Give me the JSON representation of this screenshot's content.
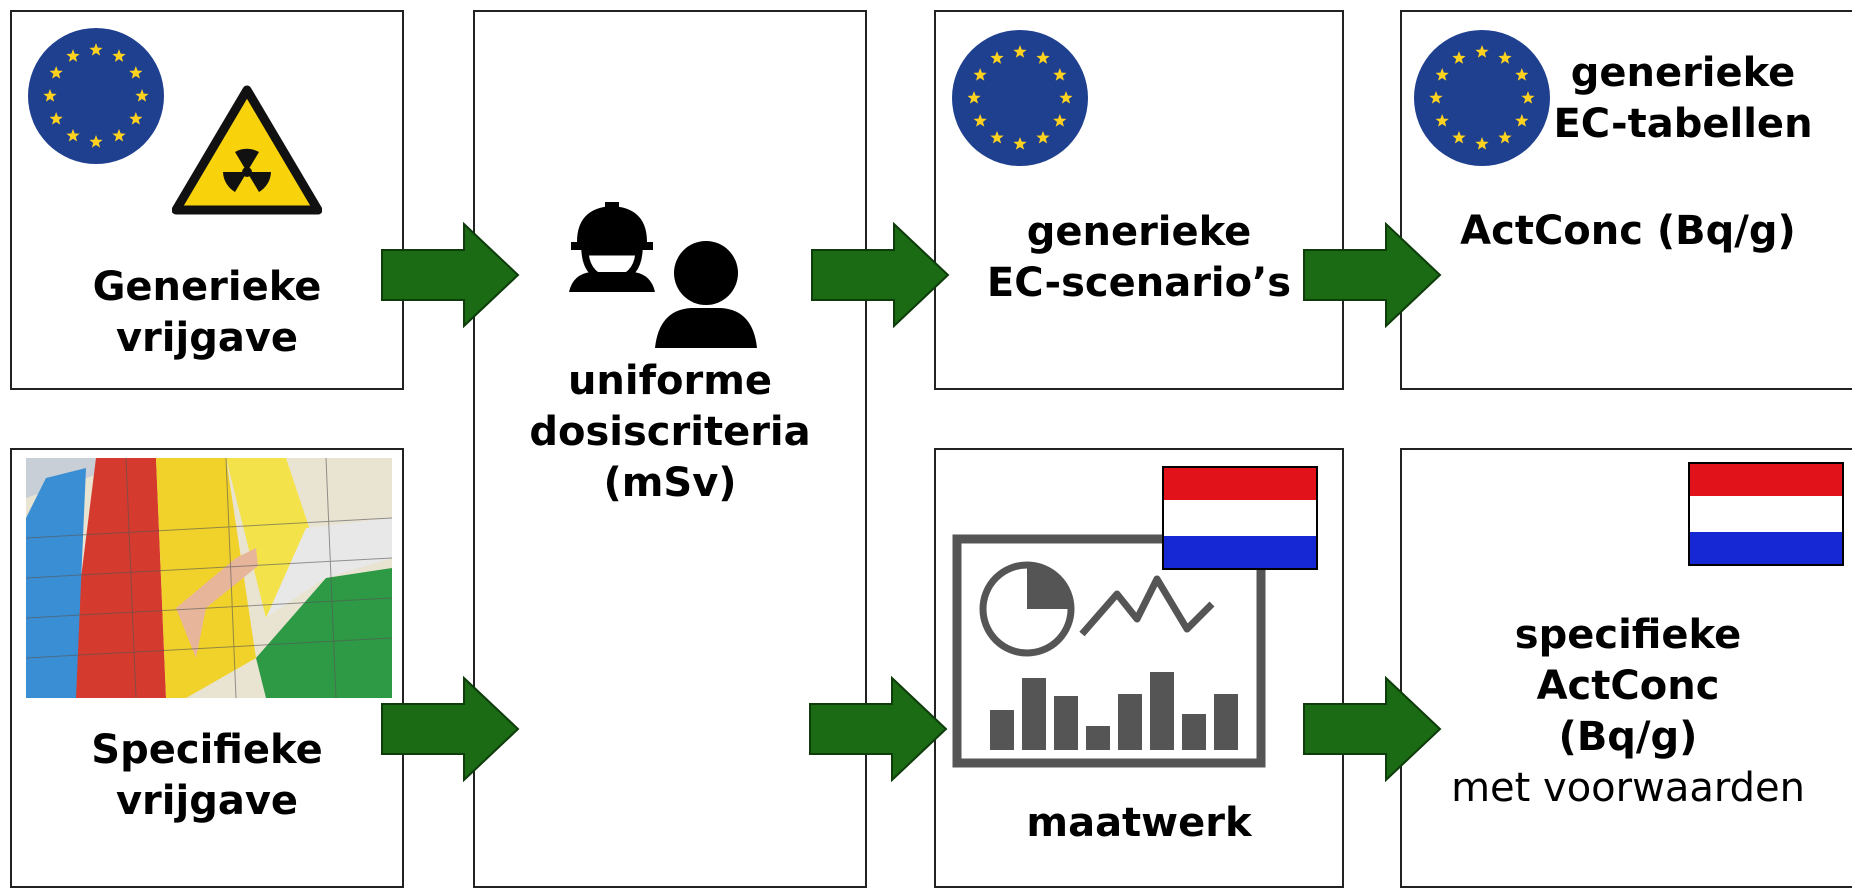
{
  "colors": {
    "arrow": "#1a6b14",
    "eu_blue": "#1f3f8f",
    "eu_star": "#ffd21f",
    "warning_yellow": "#f8d20b",
    "nl_red": "#e1121a",
    "nl_blue": "#1528d4",
    "chart_gray": "#555555"
  },
  "generic_release": {
    "line1": "Generieke",
    "line2": "vrijgave"
  },
  "specific_release": {
    "line1": "Specifieke",
    "line2": "vrijgave"
  },
  "dose_criteria": {
    "line1": "uniforme",
    "line2": "dosiscriteria",
    "line3": "(mSv)"
  },
  "ec_scenarios": {
    "line1": "generieke",
    "line2": "EC-scenario’s"
  },
  "ec_tables": {
    "line1": "generieke",
    "line2": "EC-tabellen",
    "line3": "ActConc (Bq/g)"
  },
  "custom_work": {
    "label": "maatwerk"
  },
  "specific_actconc": {
    "line1": "specifieke",
    "line2": "ActConc",
    "line3": "(Bq/g)",
    "line4": "met voorwaarden"
  },
  "icons": [
    "eu-flag-icon",
    "radiation-warning-icon",
    "worker-icon",
    "person-icon",
    "periodic-table-photo",
    "netherlands-flag-icon",
    "dashboard-chart-icon",
    "arrow-right-icon"
  ]
}
